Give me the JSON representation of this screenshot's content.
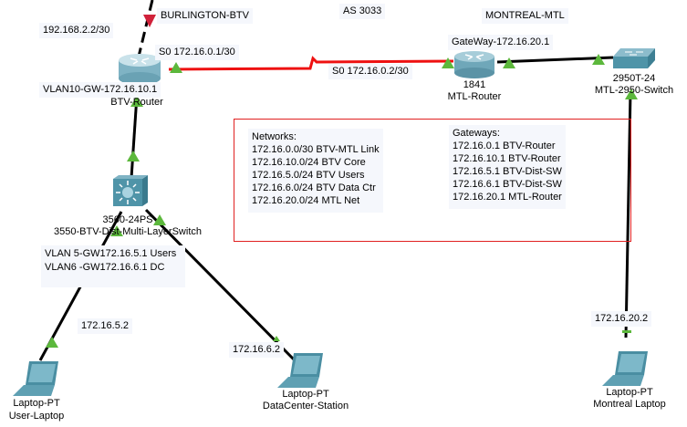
{
  "labels": {
    "burlington": "BURLINGTON-BTV",
    "as": "AS 3033",
    "montreal": "MONTREAL-MTL",
    "isp_ip": "192.168.2.2/30",
    "btv_s0": "S0 172.16.0.1/30",
    "mtl_s0": "S0 172.16.0.2/30",
    "mtl_gw": "GateWay-172.16.20.1",
    "vlan10": "VLAN10-GW-172.16.10.1",
    "vlans": [
      "VLAN 5-GW172.16.5.1  Users",
      "VLAN6 -GW172.16.6.1 DC"
    ],
    "user_ip": "172.16.5.2",
    "dc_ip": "172.16.6.2",
    "mtl_laptop_ip": "172.16.20.2"
  },
  "devices": {
    "btv_router": {
      "name": "BTV-Router"
    },
    "mtl_router": {
      "model": "1841",
      "name": "MTL-Router"
    },
    "mtl_switch": {
      "model": "2950T-24",
      "name": "MTL-2950-Switch"
    },
    "dist_switch": {
      "model": "3560-24PS",
      "name": "3550-BTV-Dist-Multi-LayerSwitch"
    },
    "user_laptop": {
      "model": "Laptop-PT",
      "name": "User-Laptop"
    },
    "dc_laptop": {
      "model": "Laptop-PT",
      "name": "DataCenter-Station"
    },
    "mtl_laptop": {
      "model": "Laptop-PT",
      "name": "Montreal Laptop"
    }
  },
  "notes": {
    "networks_title": "Networks:",
    "networks": [
      "172.16.0.0/30 BTV-MTL Link",
      "172.16.10.0/24  BTV Core",
      "172.16.5.0/24  BTV Users",
      "172.16.6.0/24 BTV Data Ctr",
      "172.16.20.0/24 MTL Net"
    ],
    "gateways_title": "Gateways:",
    "gateways": [
      "172.16.0.1 BTV-Router",
      "172.16.10.1 BTV-Router",
      "172.16.5.1   BTV-Dist-SW",
      "172.16.6.1 BTV-Dist-SW",
      "172.16.20.1 MTL-Router"
    ]
  },
  "colors": {
    "serial_link": "#ee1111",
    "link_up": "#5cb83c",
    "link_down": "#d0213a",
    "note_border": "#e02020",
    "device": "#4f94a8"
  }
}
